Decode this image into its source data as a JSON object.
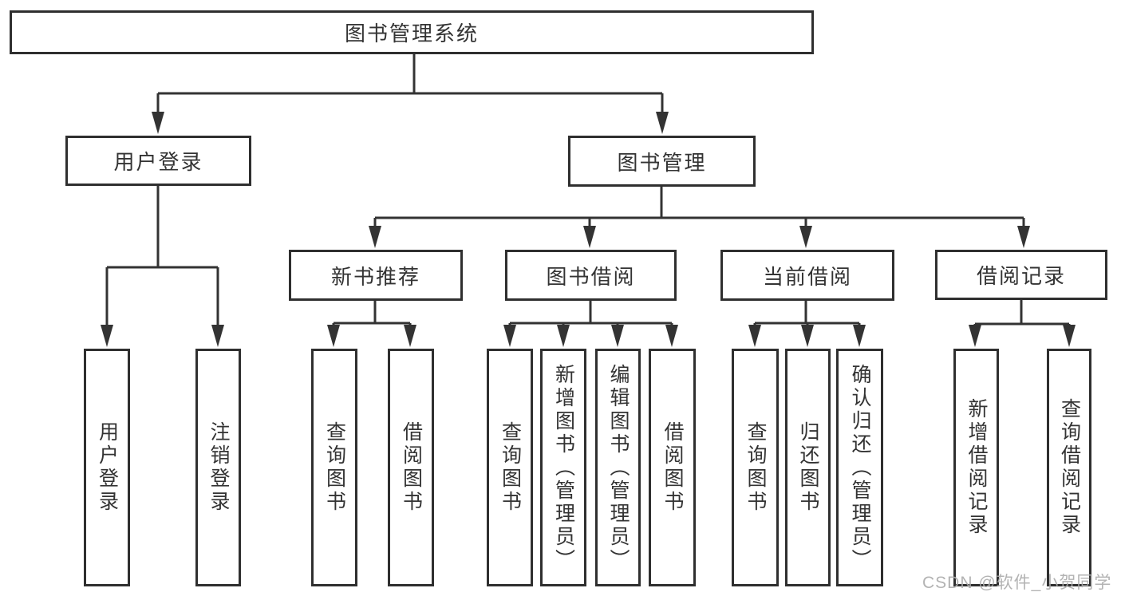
{
  "page": {
    "background_color": "#ffffff",
    "line_color": "#333333",
    "box_border_color": "#2f2f2f",
    "text_color": "#333333"
  },
  "tree": {
    "root": {
      "label": "图书管理系统"
    },
    "branches": [
      {
        "label": "用户登录",
        "children": [
          {
            "label": "用户登录"
          },
          {
            "label": "注销登录"
          }
        ]
      },
      {
        "label": "图书管理",
        "children": [
          {
            "label": "新书推荐",
            "children": [
              {
                "label": "查询图书"
              },
              {
                "label": "借阅图书"
              }
            ]
          },
          {
            "label": "图书借阅",
            "children": [
              {
                "label": "查询图书"
              },
              {
                "label": "新增图书（管理员）"
              },
              {
                "label": "编辑图书（管理员）"
              },
              {
                "label": "借阅图书"
              }
            ]
          },
          {
            "label": "当前借阅",
            "children": [
              {
                "label": "查询图书"
              },
              {
                "label": "归还图书"
              },
              {
                "label": "确认归还（管理员）"
              }
            ]
          },
          {
            "label": "借阅记录",
            "children": [
              {
                "label": "新增借阅记录"
              },
              {
                "label": "查询借阅记录"
              }
            ]
          }
        ]
      }
    ]
  },
  "watermark": {
    "text": "CSDN @软件_小贺同学",
    "color": "#acacac"
  }
}
